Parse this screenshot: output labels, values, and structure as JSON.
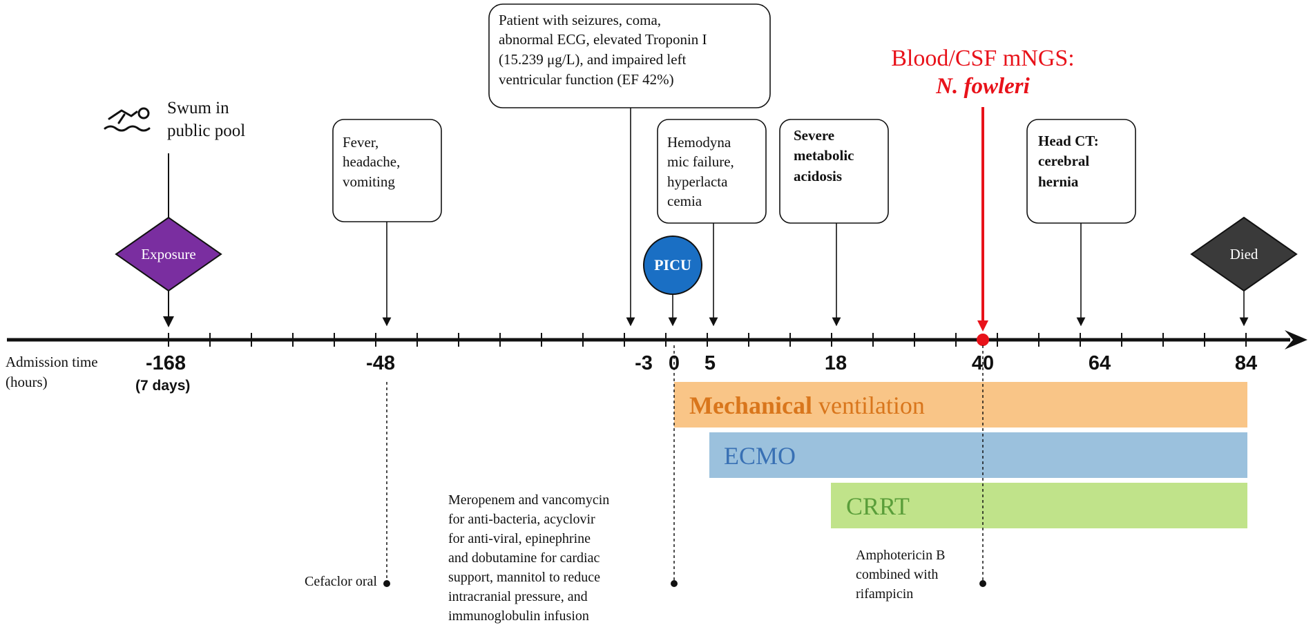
{
  "exposure": {
    "icon": "swimmer-icon",
    "note_lines": [
      "Swum in",
      "public pool"
    ],
    "label": "Exposure",
    "color": "#7a2ea0"
  },
  "events": {
    "fever": [
      "Fever,",
      "headache,",
      "vomiting"
    ],
    "seizures": [
      "Patient with seizures, coma,",
      "abnormal ECG, elevated Troponin I",
      "(15.239 μg/L), and impaired left",
      "ventricular function (EF 42%)"
    ],
    "hemodynamic": [
      "Hemodyna",
      "mic failure,",
      "hyperlacta",
      "cemia"
    ],
    "metabolic": [
      "Severe",
      "metabolic",
      "acidosis"
    ],
    "head_ct": [
      "Head CT:",
      "cerebral",
      "hernia"
    ]
  },
  "diagnosis": {
    "line1": "Blood/CSF mNGS:",
    "line2": "N. fowleri",
    "color": "#e8121a"
  },
  "picu": {
    "label": "PICU",
    "color": "#1a6fc4"
  },
  "died": {
    "label": "Died",
    "color": "#3a3a3a"
  },
  "axis": {
    "label_lines": [
      "Admission time",
      "(hours)"
    ],
    "ticks": [
      {
        "id": "m168",
        "label": "-168"
      },
      {
        "id": "m48",
        "label": "-48"
      },
      {
        "id": "m3",
        "label": "-3"
      },
      {
        "id": "p0",
        "label": "0"
      },
      {
        "id": "p5",
        "label": "5"
      },
      {
        "id": "p18",
        "label": "18"
      },
      {
        "id": "p40",
        "label": "40"
      },
      {
        "id": "p64",
        "label": "64"
      },
      {
        "id": "p84",
        "label": "84"
      }
    ],
    "sublabel": "(7 days)"
  },
  "therapies": {
    "mechanical": {
      "bold": "Mechanical",
      "rest": " ventilation",
      "color": "#f9c587",
      "text_color": "#d9761c"
    },
    "ecmo": {
      "label": "ECMO",
      "color": "#9bc1dd",
      "text_color": "#3870b4"
    },
    "crrt": {
      "label": "CRRT",
      "color": "#c0e38a",
      "text_color": "#5a9e3a"
    }
  },
  "treatments": {
    "cefaclor": "Cefaclor oral",
    "admission": [
      "Meropenem and vancomycin",
      "for anti-bacteria, acyclovir",
      "for anti-viral, epinephrine",
      "and dobutamine for cardiac",
      "support, mannitol to reduce",
      "intracranial pressure, and",
      "immunoglobulin infusion"
    ],
    "amphotericin": [
      "Amphotericin B",
      "combined with",
      "rifampicin"
    ]
  }
}
